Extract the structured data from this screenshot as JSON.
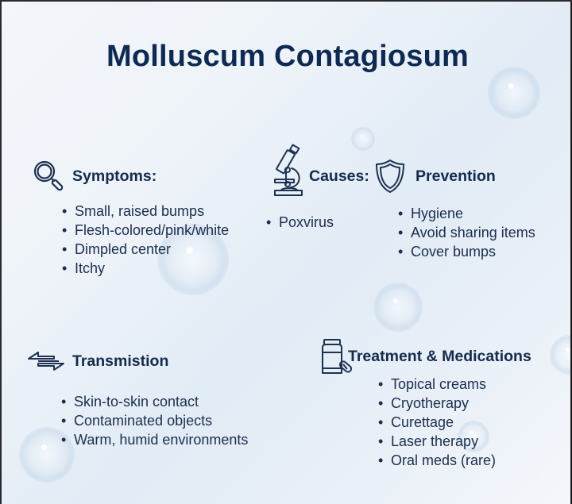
{
  "title": "Molluscum Contagiosum",
  "sections": {
    "symptoms": {
      "heading": "Symptoms:",
      "icon": "magnifying-glass-icon",
      "items": [
        "Small, raised bumps",
        "Flesh-colored/pink/white",
        "Dimpled center",
        "Itchy"
      ]
    },
    "causes": {
      "heading": "Causes:",
      "icon": "microscope-icon",
      "items": [
        "Poxvirus"
      ]
    },
    "prevention": {
      "heading": "Prevention",
      "icon": "shield-icon",
      "items": [
        "Hygiene",
        "Avoid sharing items",
        "Cover bumps"
      ]
    },
    "transmission": {
      "heading": "Transmistion",
      "icon": "bidirectional-arrows-icon",
      "items": [
        "Skin-to-skin contact",
        "Contaminated objects",
        "Warm, humid environments"
      ]
    },
    "treatment": {
      "heading": "Treatment & Medications",
      "icon": "medicine-bottle-pill-icon",
      "items": [
        "Topical creams",
        "Cryotherapy",
        "Curettage",
        "Laser therapy",
        "Oral meds (rare)"
      ]
    }
  },
  "colors": {
    "title": "#0f2a52",
    "text": "#1b2e4e",
    "icon_stroke": "#1e3250",
    "background": "#e6eef7"
  }
}
